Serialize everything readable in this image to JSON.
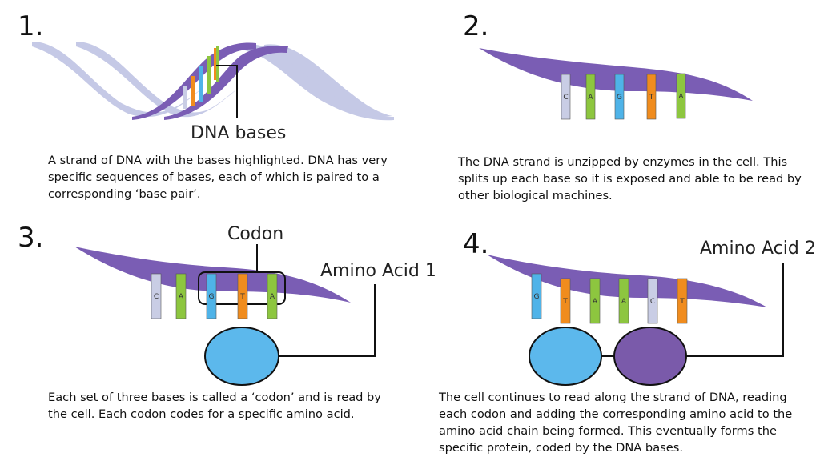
{
  "colors": {
    "strand_light": "#c5c9e6",
    "strand_purple": "#7a5db4",
    "base_c": "#c9cde5",
    "base_a": "#8dc63f",
    "base_g": "#4fb3e8",
    "base_t": "#f08c1e",
    "amino_1": "#5cb8ec",
    "amino_2": "#7a5aaa"
  },
  "panel1": {
    "number": "1.",
    "label": "DNA bases",
    "caption": "A strand of DNA with the bases highlighted. DNA has very specific sequences of bases, each of which is paired to a corresponding ‘base pair’."
  },
  "panel2": {
    "number": "2.",
    "bases": [
      "C",
      "A",
      "G",
      "T",
      "A"
    ],
    "caption": "The DNA strand is unzipped by enzymes in the cell. This splits up each base so it is exposed and able to be read by other biological machines."
  },
  "panel3": {
    "number": "3.",
    "codon_label": "Codon",
    "amino_label": "Amino Acid 1",
    "bases": [
      "C",
      "A",
      "G",
      "T",
      "A"
    ],
    "caption": "Each set of three bases is called a ‘codon’ and is read by the cell. Each codon codes for a specific amino acid."
  },
  "panel4": {
    "number": "4.",
    "amino_label": "Amino Acid 2",
    "bases": [
      "G",
      "T",
      "A",
      "A",
      "C",
      "T"
    ],
    "caption": "The cell continues to read along the strand of DNA, reading each codon and adding the corresponding amino acid to the amino acid chain being formed. This eventually forms the specific protein, coded by the DNA bases."
  }
}
